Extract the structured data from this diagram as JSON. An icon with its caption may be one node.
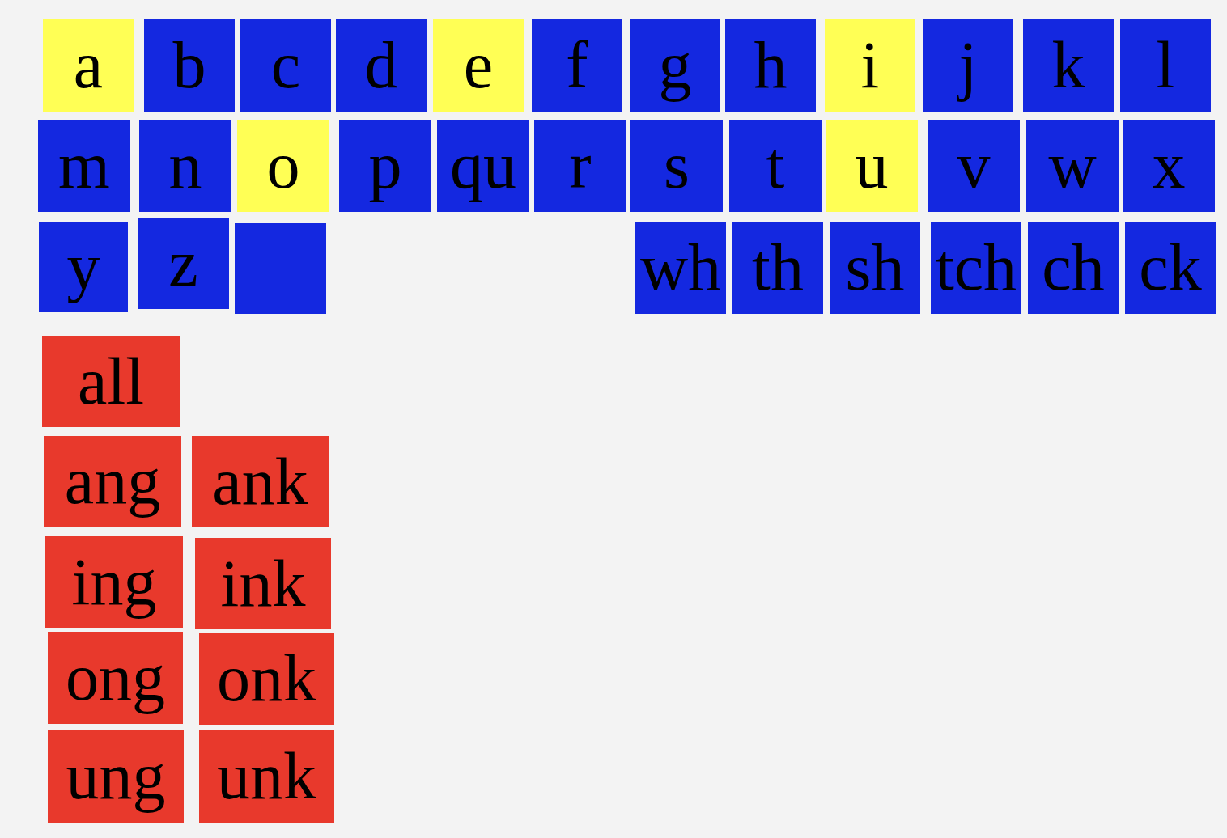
{
  "diagram": {
    "nodes": [
      {
        "text": [
          "a"
        ]
      },
      {
        "text": [
          "b"
        ]
      },
      {
        "text": [
          "c"
        ]
      },
      {
        "text": [
          "d"
        ]
      },
      {
        "text": [
          "e"
        ]
      },
      {
        "text": [
          "f"
        ]
      },
      {
        "text": [
          "g"
        ]
      },
      {
        "text": [
          "h"
        ]
      },
      {
        "text": [
          "i"
        ]
      },
      {
        "text": [
          "j"
        ]
      },
      {
        "text": [
          "k"
        ]
      },
      {
        "text": [
          "l"
        ]
      },
      {
        "text": [
          "m"
        ]
      },
      {
        "text": [
          "n"
        ]
      },
      {
        "text": [
          "o"
        ]
      },
      {
        "text": [
          "p"
        ]
      },
      {
        "text": [
          "qu"
        ]
      },
      {
        "text": [
          "r"
        ]
      },
      {
        "text": [
          "s"
        ]
      },
      {
        "text": [
          "t"
        ]
      },
      {
        "text": [
          "u"
        ]
      },
      {
        "text": [
          "v"
        ]
      },
      {
        "text": [
          "w"
        ]
      },
      {
        "text": [
          "x"
        ]
      },
      {
        "text": [
          "y"
        ]
      },
      {
        "text": [
          "z"
        ]
      },
      {
        "text": [],
        "shape": "box"
      },
      {
        "text": [
          "wh"
        ]
      },
      {
        "text": [
          "th"
        ]
      },
      {
        "text": [
          "sh"
        ]
      },
      {
        "text": [
          "tch"
        ]
      },
      {
        "text": [
          "ch"
        ]
      },
      {
        "text": [
          "ck"
        ]
      },
      {
        "text": [
          "all"
        ]
      },
      {
        "text": [
          "ang"
        ]
      },
      {
        "text": [
          "ank"
        ]
      },
      {
        "text": [
          "ing"
        ]
      },
      {
        "text": [
          "ink"
        ]
      },
      {
        "text": [
          "ong"
        ]
      },
      {
        "text": [
          "onk"
        ]
      },
      {
        "text": [
          "ung"
        ]
      },
      {
        "text": [
          "unk"
        ]
      }
    ]
  }
}
